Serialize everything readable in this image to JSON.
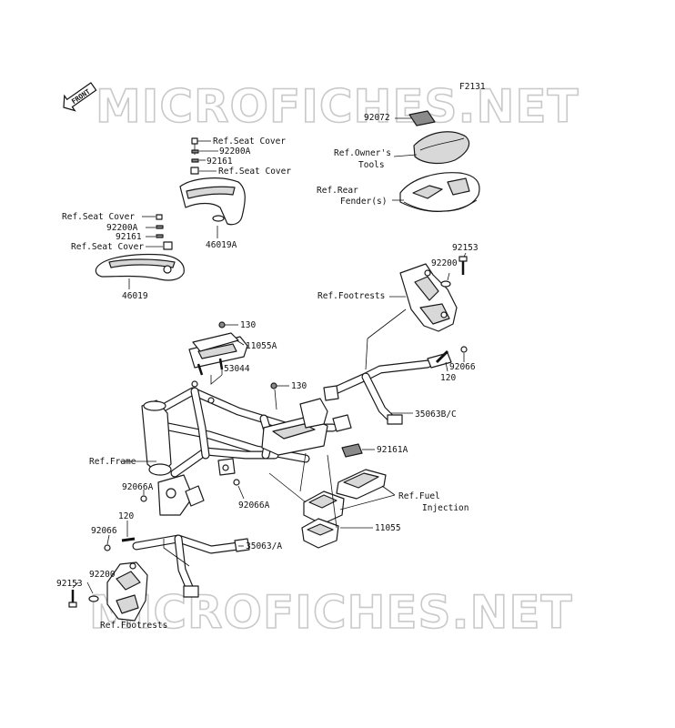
{
  "watermark": "MICROFICHES.NET",
  "figure_code": "F2131",
  "front_label": "FRONT",
  "callouts": {
    "c_92072": "92072",
    "c_ref_owners_tools_1": "Ref.Owner's",
    "c_ref_owners_tools_2": "Tools",
    "c_ref_rear_fender_1": "Ref.Rear",
    "c_ref_rear_fender_2": "Fender(s)",
    "c_ref_seat_cover_a": "Ref.Seat Cover",
    "c_92200A_a": "92200A",
    "c_92161_a": "92161",
    "c_ref_seat_cover_b": "Ref.Seat Cover",
    "c_46019A": "46019A",
    "c_ref_seat_cover_c": "Ref.Seat Cover",
    "c_92200A_b": "92200A",
    "c_92161_b": "92161",
    "c_ref_seat_cover_d": "Ref.Seat Cover",
    "c_46019": "46019",
    "c_92153_r": "92153",
    "c_92200_r": "92200",
    "c_ref_footrests_r": "Ref.Footrests",
    "c_130_a": "130",
    "c_11055A": "11055A",
    "c_53044": "53044",
    "c_130_b": "130",
    "c_120_r": "120",
    "c_92066_r": "92066",
    "c_35063BC": "35063B/C",
    "c_92161A": "92161A",
    "c_ref_frame": "Ref.Frame",
    "c_92066A_l": "92066A",
    "c_92066A_m": "92066A",
    "c_ref_fuel_1": "Ref.Fuel",
    "c_ref_fuel_2": "Injection",
    "c_120_l": "120",
    "c_92066_l": "92066",
    "c_11055": "11055",
    "c_35063A": "35063/A",
    "c_92200_l": "92200",
    "c_92153_l": "92153",
    "c_ref_footrests_l": "Ref.Footrests"
  }
}
